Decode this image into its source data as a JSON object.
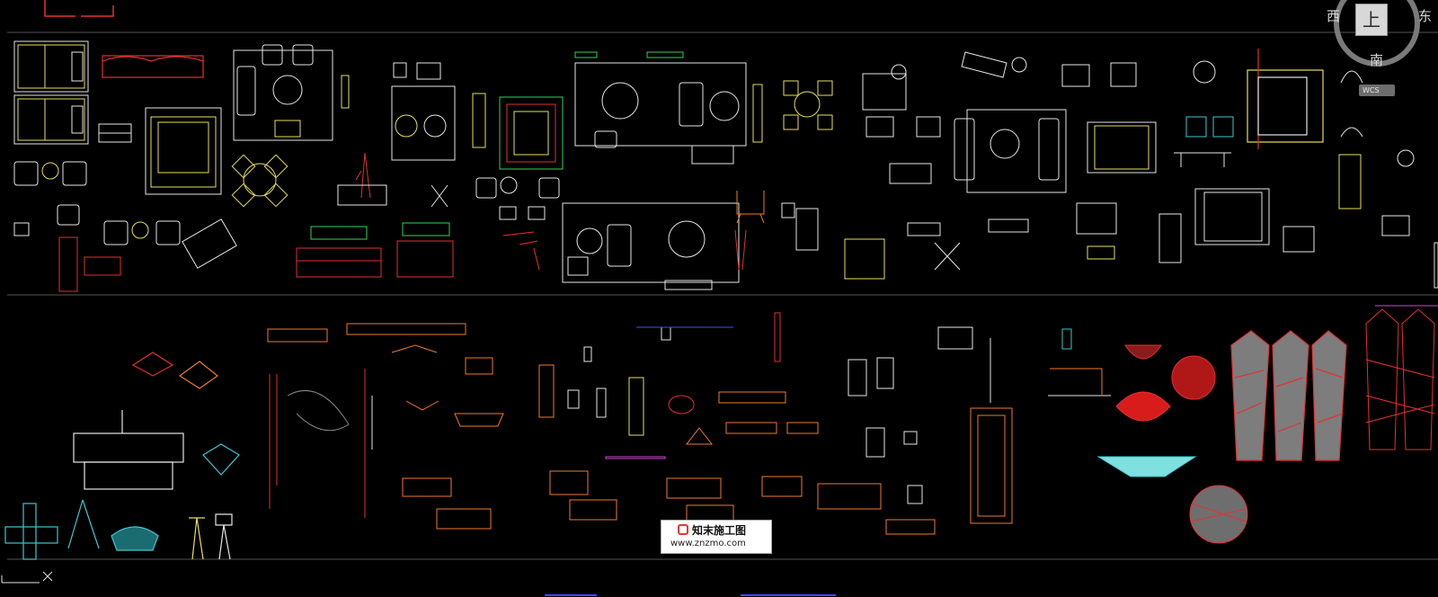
{
  "viewcube": {
    "west": "西",
    "top": "上",
    "east": "东",
    "south": "南",
    "wcs": "WCS"
  },
  "watermark": {
    "title": "知末施工图",
    "url": "www.znzmo.com"
  },
  "colors": {
    "background": "#000000",
    "frame_line": "#5a5a5a",
    "yellow": "#e8e05a",
    "white": "#e6e6e6",
    "red": "#e53030",
    "green": "#2fd35a",
    "cyan": "#3ec8d0",
    "orange": "#f07a2a",
    "magenta": "#d048d0"
  }
}
